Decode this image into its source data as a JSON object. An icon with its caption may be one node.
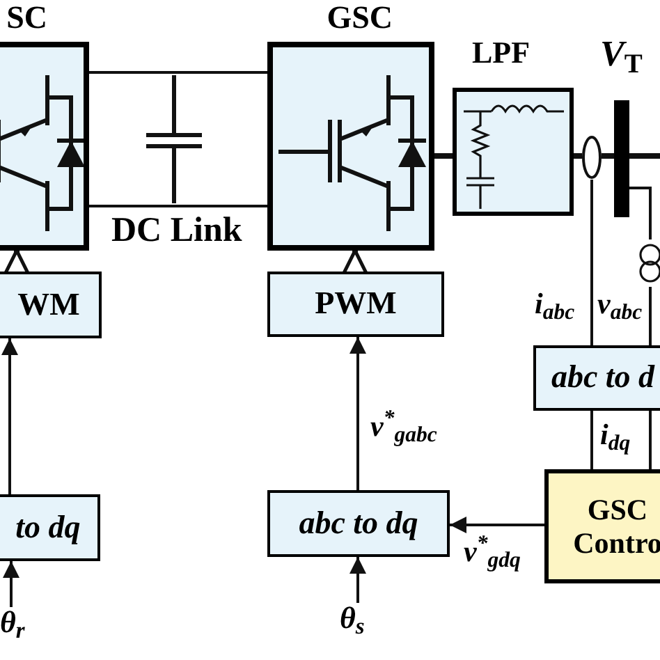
{
  "diagram": {
    "nodes": [
      {
        "text": [
          "SC"
        ]
      },
      {
        "text": [
          "GSC"
        ]
      },
      {
        "text": [
          "LPF"
        ]
      },
      {
        "text": [
          "*V*$_{T}$"
        ]
      },
      {
        "text": [],
        "shape": "circle"
      },
      {
        "text": [],
        "shape": "circle"
      },
      {
        "text": [
          "WM"
        ]
      },
      {
        "text": [
          "PWM"
        ]
      },
      {
        "text": [
          "to dq"
        ]
      },
      {
        "text": [
          "abc to dq"
        ]
      },
      {
        "text": [
          "abc to d"
        ]
      },
      {
        "text": [
          "GSC Contro"
        ]
      },
      {
        "text": [
          "θ$_{r}$"
        ]
      },
      {
        "text": [
          "θ$_{s}$"
        ]
      }
    ],
    "edges": [
      {
        "from": 0,
        "to": 1,
        "arrow": "none"
      },
      {
        "from": 0,
        "to": 1,
        "arrow": "none"
      },
      {
        "from": 1,
        "to": 2,
        "arrow": "none",
        "style": "thick"
      },
      {
        "from": 2,
        "to": 4,
        "arrow": "none",
        "style": "thick"
      },
      {
        "from": 4,
        "to": 3,
        "arrow": "none",
        "style": "thick"
      },
      {
        "from": 3,
        "to": null,
        "arrow": "none",
        "style": "thick"
      },
      {
        "from": 4,
        "to": 10,
        "arrow": "none",
        "label": "i$_{abc}$"
      },
      {
        "from": 3,
        "to": 5,
        "arrow": "none"
      },
      {
        "from": 5,
        "to": 10,
        "arrow": "none",
        "label": "v$_{abc}$"
      },
      {
        "from": 10,
        "to": 11,
        "arrow": "none",
        "label": "i$_{dq}$"
      },
      {
        "from": 10,
        "to": 11,
        "arrow": "none"
      },
      {
        "from": 11,
        "to": 9,
        "arrow": "to",
        "label": "v$^{*}$$_{gdq}$"
      },
      {
        "from": 9,
        "to": 7,
        "arrow": "to",
        "label": "v$^{*}$$_{gabc}$"
      },
      {
        "from": 7,
        "to": 1,
        "arrow": "to",
        "style": "thick"
      },
      {
        "from": 6,
        "to": 0,
        "arrow": "to",
        "style": "thick"
      },
      {
        "from": 8,
        "to": 6,
        "arrow": "to"
      },
      {
        "from": 12,
        "to": 8,
        "arrow": "to"
      },
      {
        "from": 13,
        "to": 9,
        "arrow": "to"
      }
    ],
    "labels": [
      "DC Link"
    ]
  }
}
